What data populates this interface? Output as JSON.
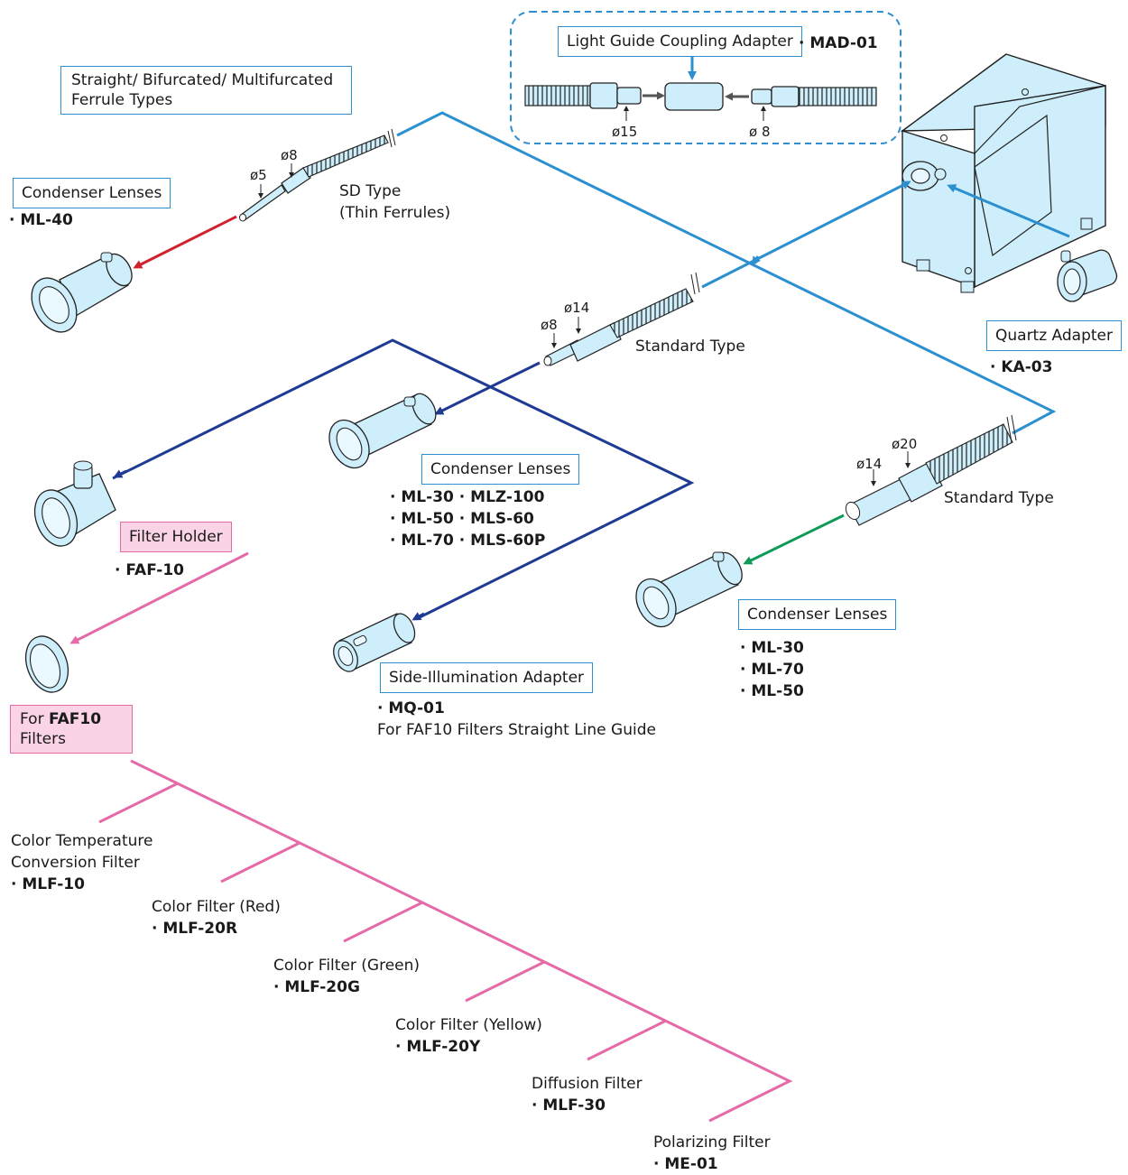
{
  "labels": {
    "ferrule_types": [
      "Straight/ Bifurcated/ Multifurcated",
      "Ferrule Types"
    ],
    "coupling_adapter": "Light Guide Coupling Adapter",
    "coupling_code": "MAD-01",
    "sd_type": [
      "SD Type",
      "(Thin Ferrules)"
    ],
    "standard_type_1": "Standard Type",
    "standard_type_2": "Standard Type",
    "condenser_ml40": "Condenser Lenses",
    "ml40_code": "ML-40",
    "quartz_adapter": "Quartz Adapter",
    "ka03_code": "KA-03",
    "condenser_mid": "Condenser Lenses",
    "mid_codes": [
      "ML-30 · MLZ-100",
      "ML-50 · MLS-60",
      "ML-70 · MLS-60P"
    ],
    "filter_holder": "Filter Holder",
    "faf10_code": "FAF-10",
    "condenser_right": "Condenser Lenses",
    "right_codes": [
      "ML-30",
      "ML-70",
      "ML-50"
    ],
    "side_adapter": "Side-Illumination Adapter",
    "mq01_code": "MQ-01",
    "mq01_desc": "For FAF10 Filters Straight Line Guide",
    "for_faf10_prefix": "For",
    "for_faf10_bold": "FAF10",
    "for_faf10_line2": "Filters"
  },
  "dimensions": {
    "d15": "ø15",
    "d8_coupler": "ø 8",
    "sd_d5": "ø5",
    "sd_d8": "ø8",
    "std1_d8": "ø8",
    "std1_d14": "ø14",
    "std2_d14": "ø14",
    "std2_d20": "ø20"
  },
  "filters": [
    {
      "name": [
        "Color Temperature",
        "Conversion Filter"
      ],
      "code": "MLF-10"
    },
    {
      "name": [
        "Color Filter (Red)"
      ],
      "code": "MLF-20R"
    },
    {
      "name": [
        "Color Filter (Green)"
      ],
      "code": "MLF-20G"
    },
    {
      "name": [
        "Color Filter (Yellow)"
      ],
      "code": "MLF-20Y"
    },
    {
      "name": [
        "Diffusion Filter"
      ],
      "code": "MLF-30"
    },
    {
      "name": [
        "Polarizing Filter"
      ],
      "code": "ME-01"
    }
  ],
  "colors": {
    "light_blue": "#2b8fd0",
    "dark_blue": "#1f3a93",
    "red": "#d0222e",
    "green": "#0f9a5a",
    "pink": "#e46aa8",
    "part_fill": "#cdeefa"
  }
}
